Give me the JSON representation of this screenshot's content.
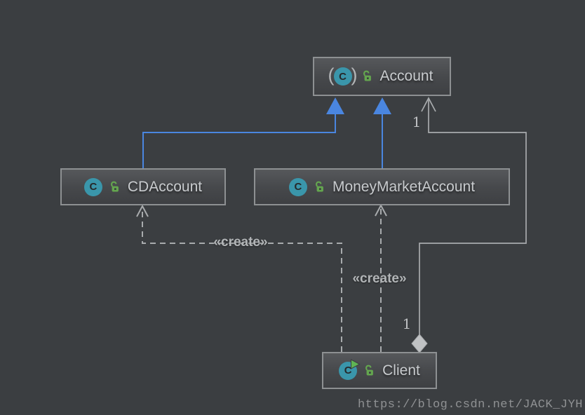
{
  "diagram": {
    "colors": {
      "background": "#3b3e41",
      "inheritance_blue": "#4a86e0",
      "edge_gray": "#a8abad",
      "box_border": "#8d9092",
      "box_text": "#c8cbce",
      "icon_teal": "#3a96ab",
      "icon_green": "#64a64f",
      "diamond_fill": "#c0c2c4"
    },
    "nodes": [
      {
        "id": "account",
        "name": "Account",
        "kind": "abstract class",
        "icon_letter": "C",
        "paren_open": "(",
        "paren_close": ")"
      },
      {
        "id": "cdaccount",
        "name": "CDAccount",
        "kind": "class",
        "icon_letter": "C"
      },
      {
        "id": "moneymarketaccount",
        "name": "MoneyMarketAccount",
        "kind": "class",
        "icon_letter": "C"
      },
      {
        "id": "client",
        "name": "Client",
        "kind": "runnable class",
        "icon_letter": "C"
      }
    ],
    "edges": [
      {
        "from": "CDAccount",
        "to": "Account",
        "type": "inheritance"
      },
      {
        "from": "MoneyMarketAccount",
        "to": "Account",
        "type": "inheritance"
      },
      {
        "from": "Client",
        "to": "CDAccount",
        "type": "create-dependency",
        "label": "«create»"
      },
      {
        "from": "Client",
        "to": "MoneyMarketAccount",
        "type": "create-dependency",
        "label": "«create»"
      },
      {
        "from": "Client",
        "to": "Account",
        "type": "aggregation",
        "source_multiplicity": "1",
        "target_multiplicity": "1"
      }
    ],
    "watermark": {
      "text": "https://blog.csdn.net/JACK_JYH"
    }
  }
}
